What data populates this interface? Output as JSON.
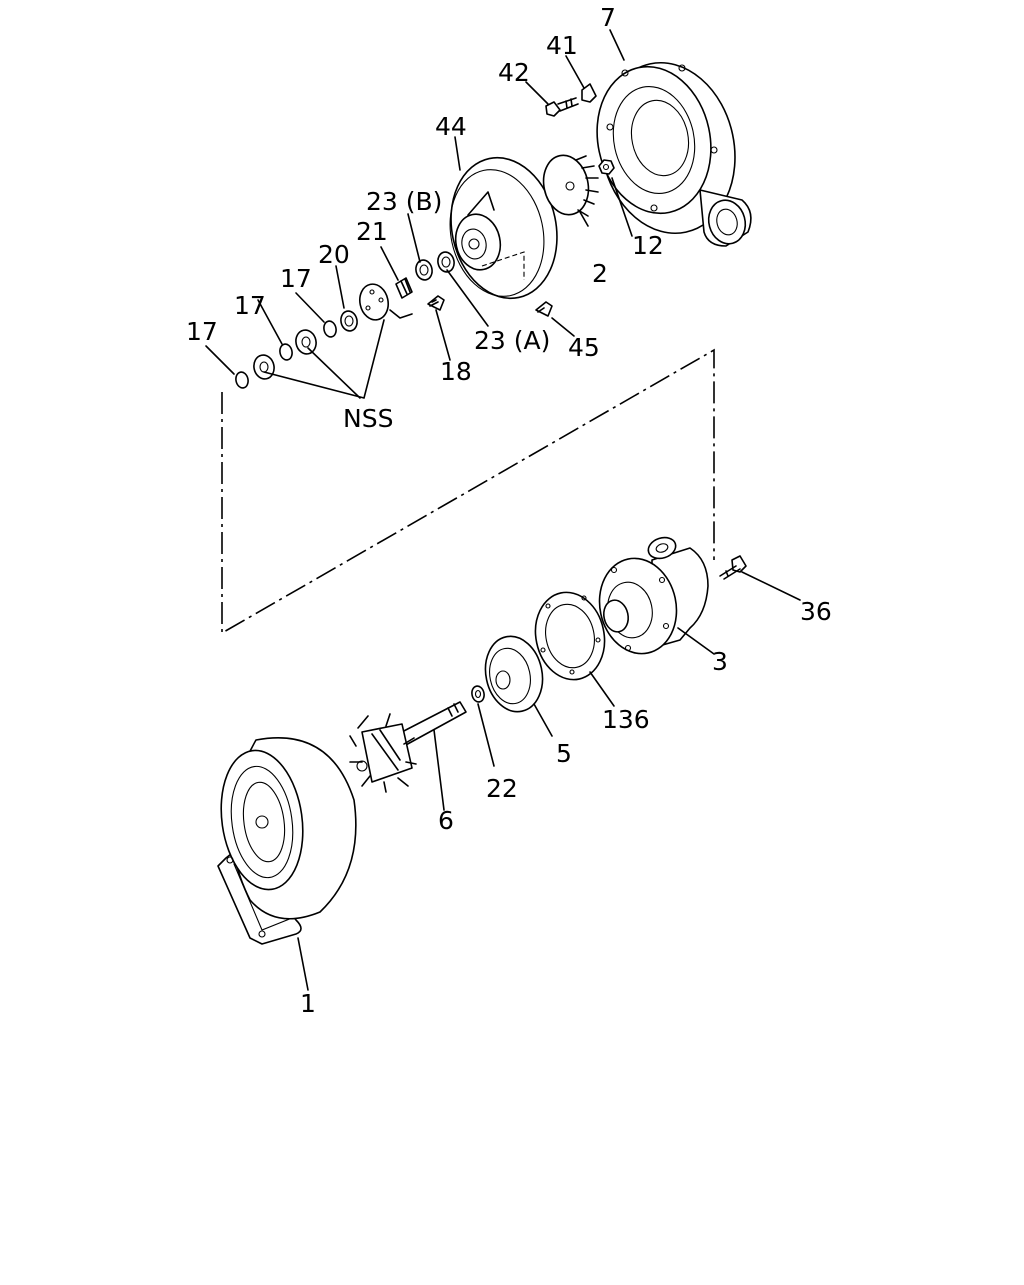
{
  "labels": {
    "p7": "7",
    "p41": "41",
    "p42": "42",
    "p44": "44",
    "p23b": "23 (B)",
    "p21": "21",
    "p20": "20",
    "p17a": "17",
    "p17b": "17",
    "p17c": "17",
    "p2": "2",
    "p12": "12",
    "p23a": "23 (A)",
    "p45": "45",
    "p18": "18",
    "nss": "NSS",
    "p36": "36",
    "p3": "3",
    "p136": "136",
    "p5": "5",
    "p22": "22",
    "p6": "6",
    "p1": "1"
  }
}
